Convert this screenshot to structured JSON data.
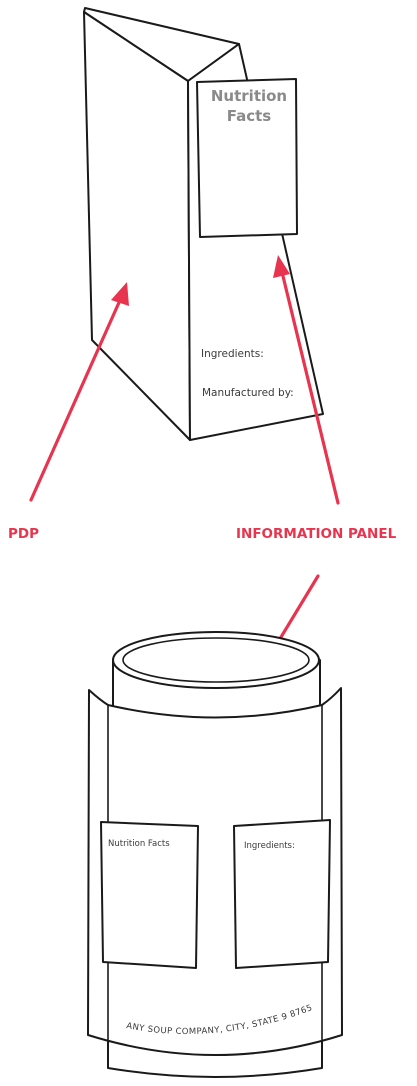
{
  "box": {
    "panel_title_line1": "Nutrition",
    "panel_title_line2": "Facts",
    "ingredients_label": "Ingredients:",
    "manufactured_label": "Manufactured by:"
  },
  "callouts": {
    "pdp": "PDP",
    "information_panel": "INFORMATION PANEL"
  },
  "can": {
    "nutrition_facts_label": "Nutrition Facts",
    "ingredients_label": "Ingredients:",
    "company_line": "ANY SOUP COMPANY, CITY, STATE 9 8765"
  },
  "colors": {
    "arrow": "#e8344e",
    "outline": "#1a1a1a",
    "panel_text": "#8a8a8a"
  }
}
